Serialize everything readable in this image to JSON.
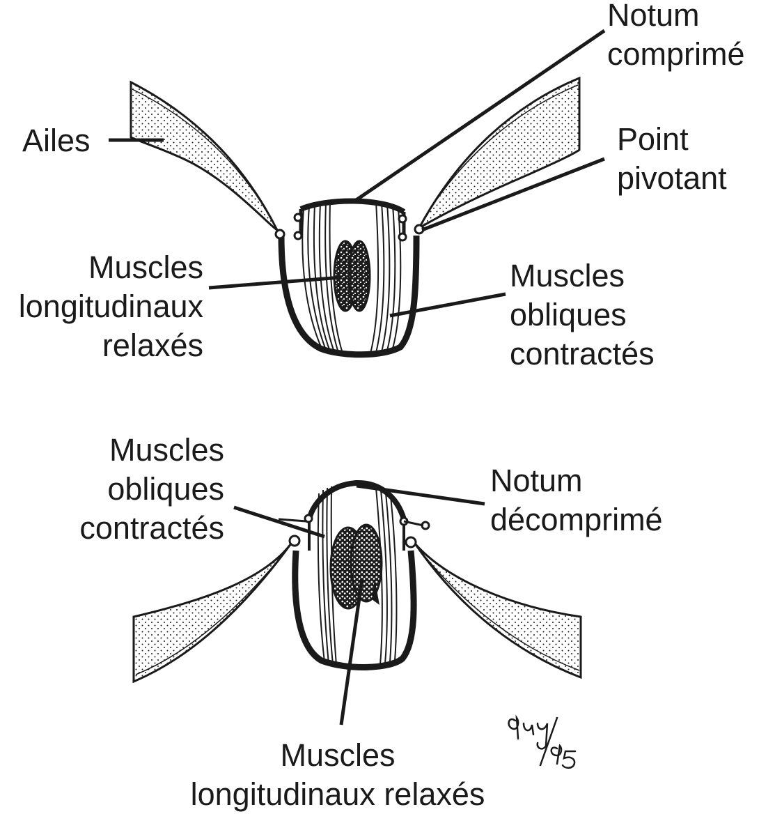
{
  "colors": {
    "ink": "#1a1a1a",
    "paper": "#ffffff"
  },
  "top_diagram": {
    "labels": {
      "notum": [
        "Notum",
        "comprimé"
      ],
      "ailes": [
        "Ailes"
      ],
      "point_pivotant": [
        "Point",
        "pivotant"
      ],
      "muscles_longitudinaux": [
        "Muscles",
        "longitudinaux",
        "relaxés"
      ],
      "muscles_obliques": [
        "Muscles",
        "obliques",
        "contractés"
      ]
    }
  },
  "bottom_diagram": {
    "labels": {
      "muscles_obliques": [
        "Muscles",
        "obliques",
        "contractés"
      ],
      "notum": [
        "Notum",
        "décomprimé"
      ],
      "muscles_longitudinaux": [
        "Muscles",
        "longitudinaux relaxés"
      ]
    }
  },
  "signature": {
    "text": "guy/95"
  }
}
